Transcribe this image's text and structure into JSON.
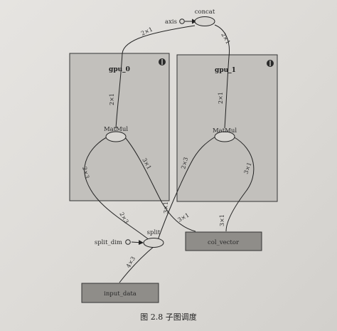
{
  "diagram": {
    "nodes": {
      "concat": "concat",
      "axis": "axis",
      "gpu_0": "gpu_0",
      "gpu_1": "gpu_1",
      "matmul_0": "MatMul",
      "matmul_1": "MatMul",
      "split": "split",
      "split_dim": "split_dim",
      "col_vector": "col_vector",
      "input_data": "input_data"
    },
    "edge_labels": {
      "gpu0_to_concat": "2×1",
      "gpu1_to_concat": "2×1",
      "matmul0_out": "2×1",
      "matmul1_out": "2×1",
      "split_to_matmul0": "2×3",
      "col_to_matmul0": "3×1",
      "split_to_matmul1": "2×3",
      "col_to_matmul1": "3×1",
      "split_out_0": "2×3",
      "col_out_0": "3×1",
      "col_out_1": "3×1",
      "input_to_split": "4×3"
    }
  },
  "caption": "图 2.8    子图调度"
}
